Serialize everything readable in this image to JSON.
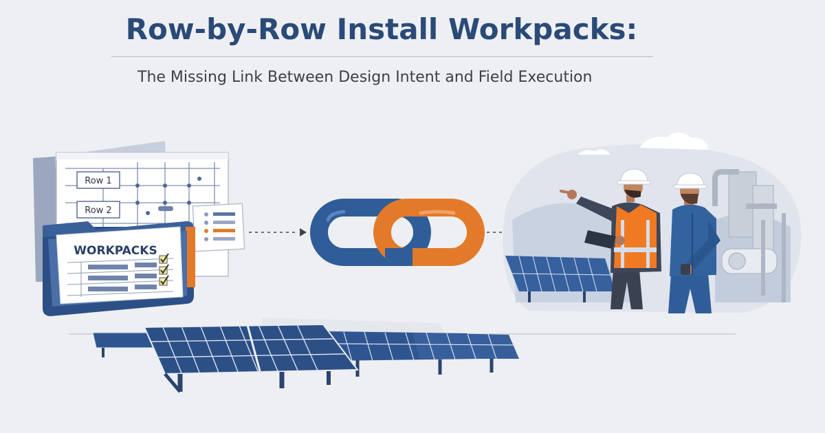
{
  "header": {
    "title": "Row-by-Row Install Workpacks:",
    "subtitle": "The Missing Link Between Design Intent and Field Execution"
  },
  "design_sheet": {
    "row_labels": [
      "Row 1",
      "Row 2"
    ]
  },
  "folder": {
    "label": "WORKPACKS"
  },
  "colors": {
    "title": "#2a4a78",
    "link_blue": "#2f5d98",
    "link_orange": "#e37a2a",
    "panel": "#2c4f86",
    "vest": "#f07a22",
    "background": "#eeeff2"
  },
  "icons": [
    "plan-sheet-icon",
    "folder-icon",
    "checkbox-icon",
    "chain-link-icon",
    "solar-panel-icon",
    "hard-hat-icon",
    "tablet-icon",
    "industrial-plant-icon"
  ]
}
